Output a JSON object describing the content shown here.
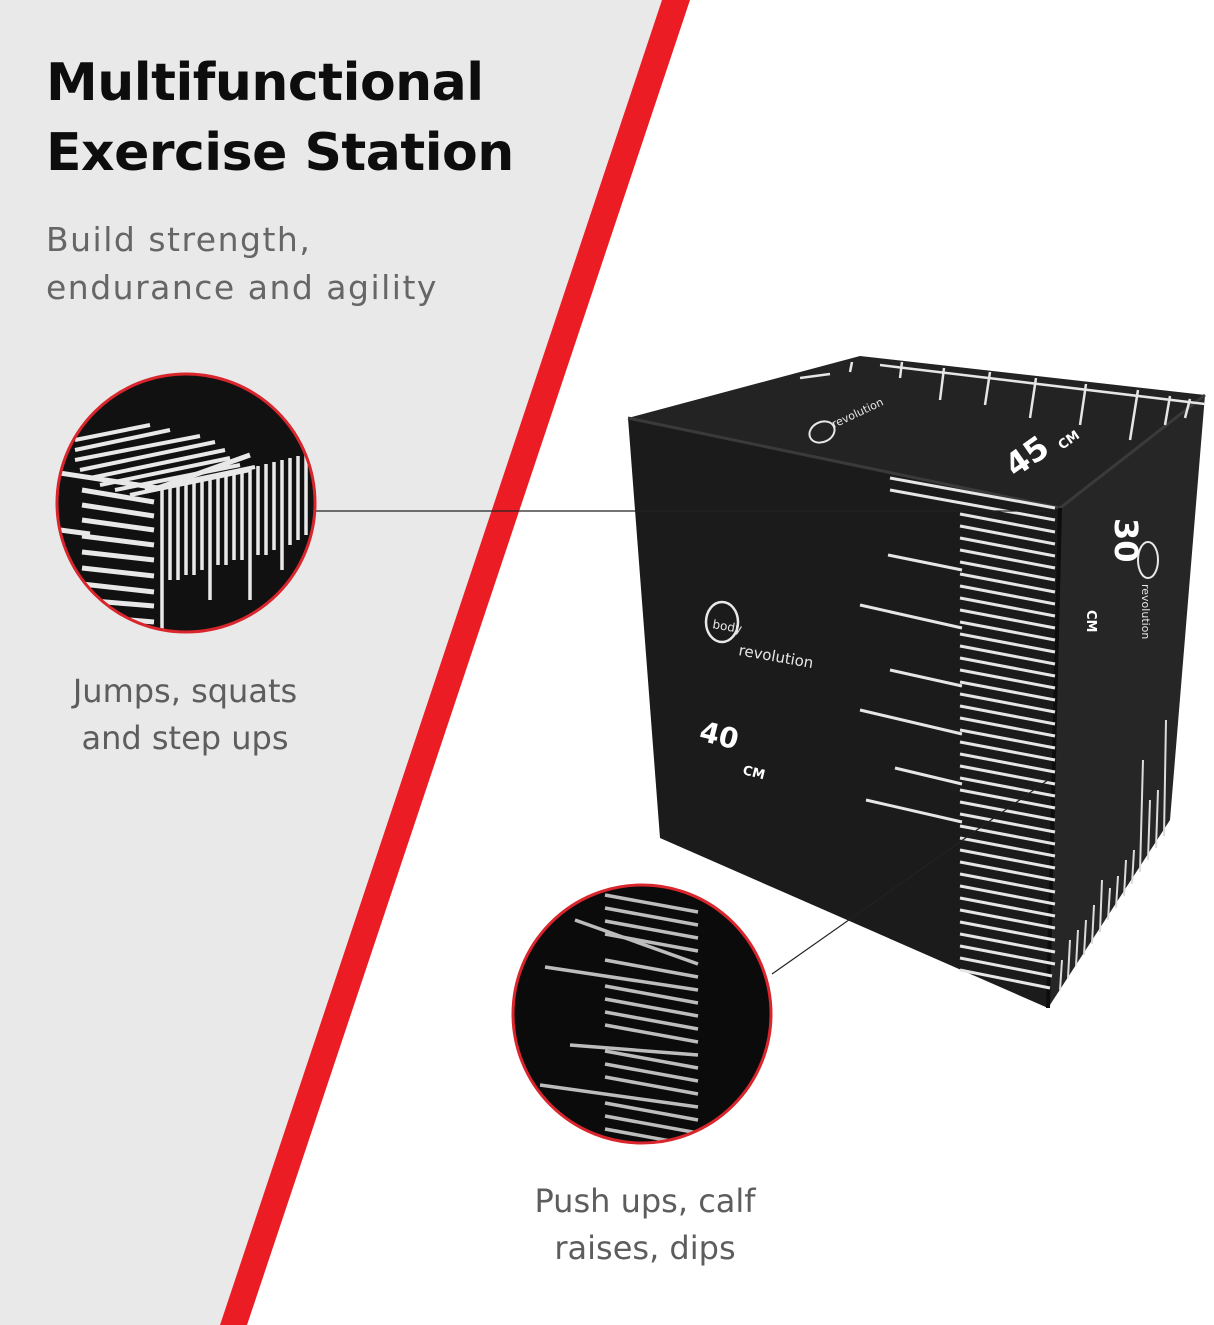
{
  "hero": {
    "title_line_1": "Multifunctional",
    "title_line_2": "Exercise Station",
    "subtitle_line_1": "Build strength,",
    "subtitle_line_2": "endurance and agility"
  },
  "callouts": [
    {
      "caption_line_1": "Jumps, squats",
      "caption_line_2": "and step ups"
    },
    {
      "caption_line_1": "Push ups, calf",
      "caption_line_2": "raises, dips"
    }
  ],
  "product": {
    "brand_line_1": "body",
    "brand_line_2": "revolution",
    "dimension_top": "45",
    "dimension_front": "40",
    "dimension_side": "30",
    "unit": "CM"
  },
  "colors": {
    "panel_gray": "#e9e9e9",
    "accent_red": "#ec1c24",
    "box_black": "#1a1a1a",
    "background": "#ffffff"
  }
}
